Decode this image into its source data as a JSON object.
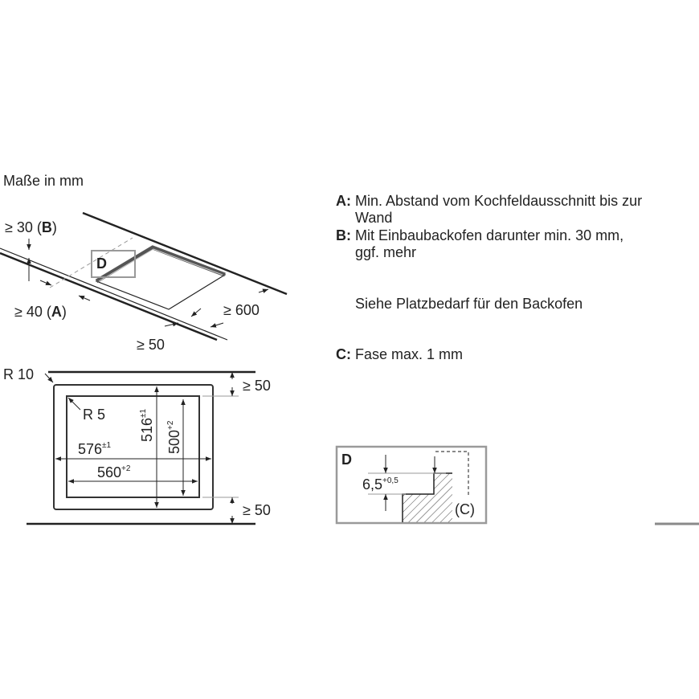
{
  "title": "Maße in mm",
  "top_view": {
    "dim_b": "≥ 30",
    "dim_b_ref": "B",
    "dim_a": "≥ 40",
    "dim_a_ref": "A",
    "dim_front": "≥ 50",
    "dim_depth": "≥ 600",
    "detail_label": "D"
  },
  "cutout_view": {
    "outer_radius": "R 10",
    "inner_radius": "R 5",
    "outer_width": "576",
    "outer_width_tol": "±1",
    "inner_width": "560",
    "inner_width_tol": "+2",
    "outer_depth": "516",
    "outer_depth_tol": "±1",
    "inner_depth": "500",
    "inner_depth_tol": "+2",
    "clearance_top": "≥ 50",
    "clearance_bottom": "≥ 50"
  },
  "detail_view": {
    "label": "D",
    "step": "6,5",
    "step_tol": "+0,5",
    "chamfer_ref": "(C)"
  },
  "legend": [
    {
      "key": "A:",
      "text": "Min. Abstand vom Kochfeldausschnitt bis zur",
      "cont": "Wand"
    },
    {
      "key": "B:",
      "text": "Mit Einbaubackofen darunter min. 30 mm,",
      "cont": "ggf. mehr"
    },
    {
      "key": "",
      "text": "Siehe Platzbedarf für den Backofen",
      "cont": ""
    },
    {
      "key": "C:",
      "text": "Fase max. 1 mm",
      "cont": ""
    }
  ],
  "colors": {
    "line": "#222222",
    "detail_box": "#9a9a9a",
    "scroll_bar": "#8a8a8a"
  }
}
